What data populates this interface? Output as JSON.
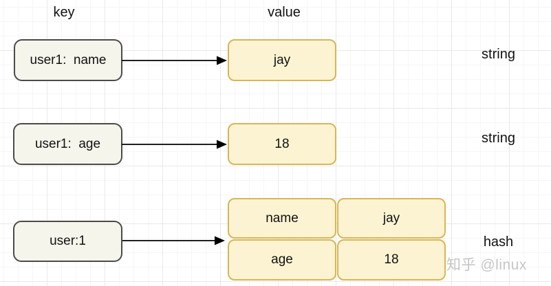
{
  "headers": {
    "key": "key",
    "value": "value"
  },
  "rows": [
    {
      "key": "user1:  name",
      "value": "jay",
      "type_label": "string"
    },
    {
      "key": "user1:  age",
      "value": "18",
      "type_label": "string"
    },
    {
      "key": "user:1",
      "type_label": "hash",
      "hash": {
        "fields": [
          {
            "field": "name",
            "value": "jay"
          },
          {
            "field": "age",
            "value": "18"
          }
        ]
      }
    }
  ],
  "watermark": "知乎 @linux",
  "colors": {
    "key_node_fill": "#F6F5EC",
    "key_node_border": "#4A4A4A",
    "value_node_fill": "#FCF3D2",
    "value_node_border": "#D6B656",
    "grid_major": "#e9e9e9",
    "grid_minor": "#f6f6f6",
    "watermark_gray": "#c6c6c6"
  }
}
